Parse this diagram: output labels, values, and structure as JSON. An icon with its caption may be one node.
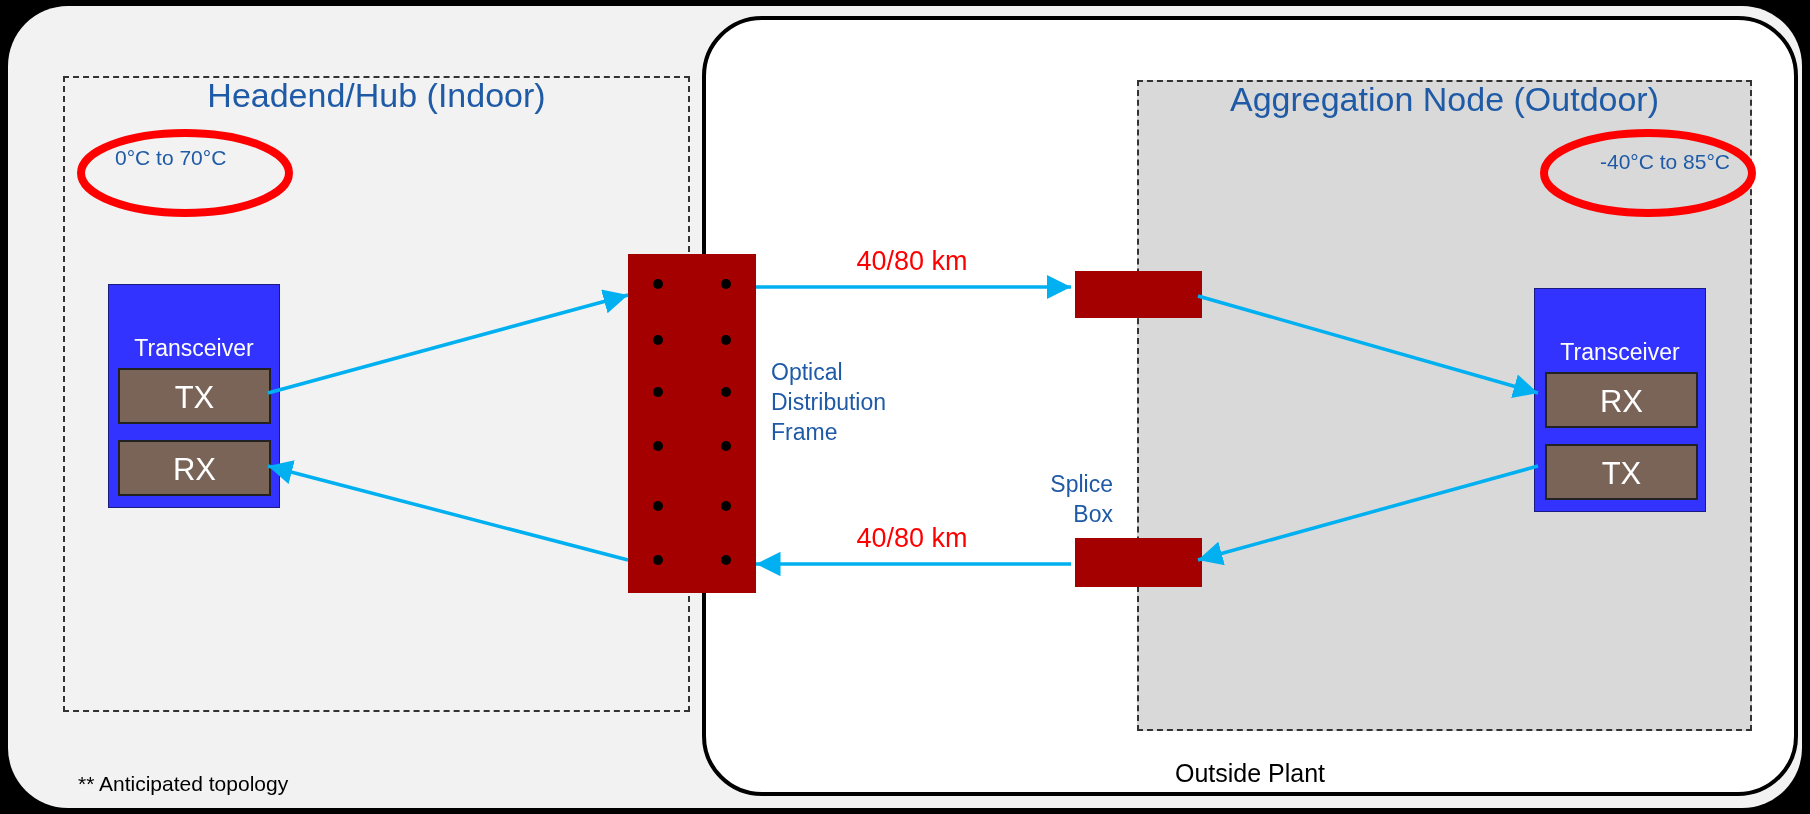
{
  "diagram": {
    "nodes": [
      {
        "text": [
          "Headend/Hub (Indoor)",
          "0°C to 70°C"
        ]
      },
      {
        "text": [
          "Transceiver"
        ],
        "in": 0
      },
      {
        "text": [
          "TX"
        ],
        "in": 1
      },
      {
        "text": [
          "RX"
        ],
        "in": 1
      },
      {
        "text": [
          "Outside Plant"
        ]
      },
      {
        "text": [],
        "shape": "bar",
        "beside": [
          "Optical Distribution Frame"
        ]
      },
      {
        "text": [
          "Aggregation Node (Outdoor)",
          "-40°C to 85°C"
        ],
        "in": 4
      },
      {
        "text": [],
        "shape": "bar",
        "in": 4
      },
      {
        "text": [],
        "shape": "bar",
        "in": 4,
        "beside": [
          "Splice Box"
        ]
      },
      {
        "text": [
          "Transceiver"
        ],
        "in": 6
      },
      {
        "text": [
          "RX"
        ],
        "in": 9
      },
      {
        "text": [
          "TX"
        ],
        "in": 9
      }
    ],
    "edges": [
      {
        "from": 2,
        "to": 5,
        "arrow": "to"
      },
      {
        "from": 5,
        "to": 7,
        "arrow": "to",
        "label": "40/80 km"
      },
      {
        "from": 7,
        "to": 10,
        "arrow": "to"
      },
      {
        "from": 11,
        "to": 8,
        "arrow": "to"
      },
      {
        "from": 8,
        "to": 5,
        "arrow": "to",
        "label": "40/80 km"
      },
      {
        "from": 5,
        "to": 3,
        "arrow": "to"
      }
    ],
    "labels": [
      "** Anticipated topology"
    ]
  }
}
